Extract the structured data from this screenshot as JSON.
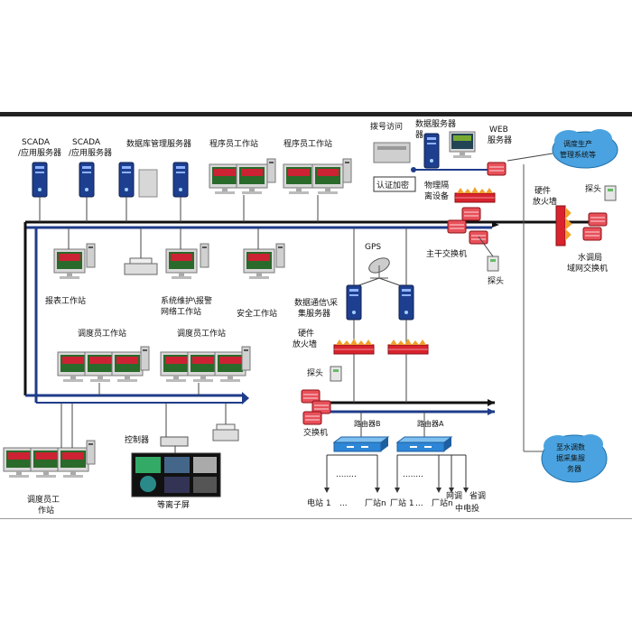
{
  "labels": {
    "scada1": "SCADA",
    "scada1_sub": "/应用服务器",
    "scada2": "SCADA",
    "scada2_sub": "/应用服务器",
    "db_mgmt": "数据库管理服务器",
    "prog_ws1": "程序员工作站",
    "prog_ws2": "程序员工作站",
    "dialup": "拨号访问",
    "db_server": "数据服务器",
    "db_server_2": "器",
    "web": "WEB",
    "web_2": "服务器",
    "cloud_top_1": "调度生产",
    "cloud_top_2": "管理系统等",
    "auth": "认证加密",
    "phys_iso_1": "物理隔",
    "phys_iso_2": "离设备",
    "hw_fw1_1": "硬件",
    "hw_fw1_2": "放火墙",
    "probe1": "探头",
    "main_switch": "主干交换机",
    "water_switch_1": "水调局",
    "water_switch_2": "域网交换机",
    "probe2": "探头",
    "gps": "GPS",
    "report_ws": "报表工作站",
    "maint_ws_1": "系统维护\\报警",
    "maint_ws_2": "网络工作站",
    "security_ws": "安全工作站",
    "comm_server_1": "数据通信\\采",
    "comm_server_2": "集服务器",
    "hw_fw2_1": "硬件",
    "hw_fw2_2": "放火墙",
    "dispatch_ws1": "调度员工作站",
    "dispatch_ws2": "调度员工作站",
    "probe3": "探头",
    "switch": "交换机",
    "router_b": "路由器B",
    "router_a": "路由器A",
    "controller": "控制器",
    "plasma": "等离子屏",
    "dispatch_ws3_1": "调度员工",
    "dispatch_ws3_2": "作站",
    "cloud_bot_1": "至水调数",
    "cloud_bot_2": "据采集服",
    "cloud_bot_3": "务器",
    "dots1": "........",
    "dots2": "........",
    "station_1": "电站 1",
    "station_dots": "...",
    "station_n": "厂站n",
    "station_f1": "厂站 1",
    "station_dots2": "...",
    "station_fn": "厂站n",
    "grid": "网调",
    "province": "省调",
    "center": "中电投"
  },
  "colors": {
    "bus_black": "#111111",
    "bus_blue": "#1f3c8a",
    "server_blue": "#1e3f8f",
    "firewall_red": "#d9232e",
    "cloud_blue": "#4aa3e0",
    "router_blue": "#2e86d6"
  },
  "icons": {
    "server": "tower-server-icon",
    "workstation": "workstation-icon",
    "printer": "printer-icon",
    "firewall": "firewall-icon",
    "cloud": "cloud-icon",
    "satellite": "gps-dish-icon",
    "router": "router-icon",
    "probe": "probe-icon"
  }
}
